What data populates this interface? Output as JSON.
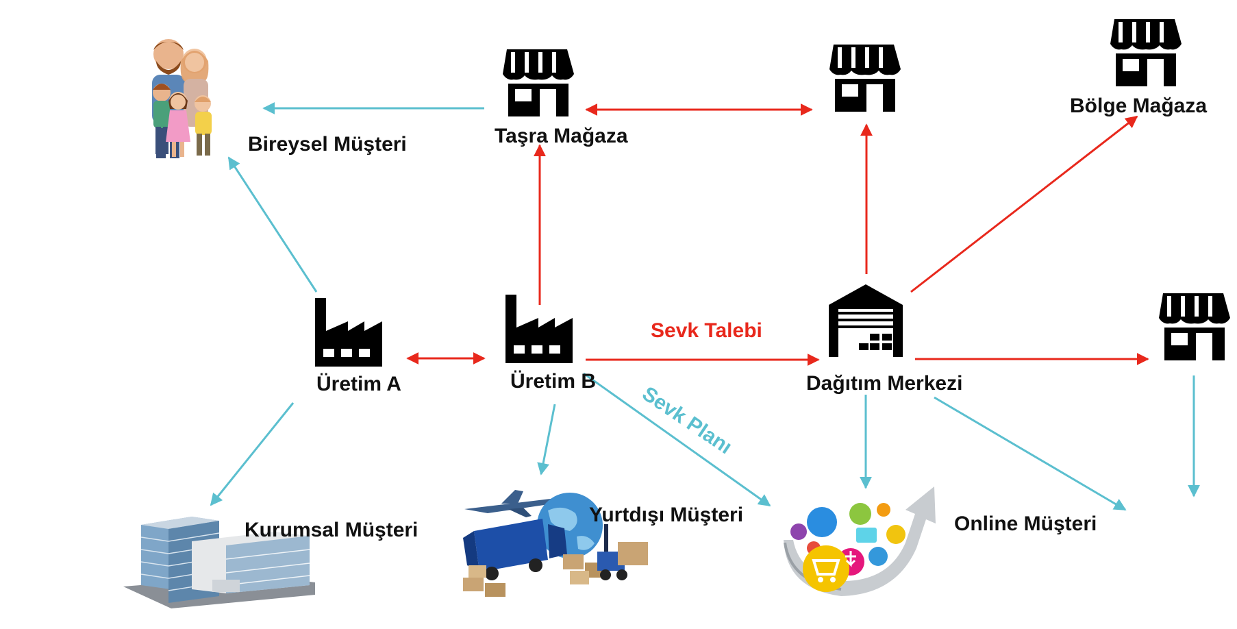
{
  "nodes": {
    "bireysel": "Bireysel Müşteri",
    "tasra": "Taşra Mağaza",
    "bolge": "Bölge Mağaza",
    "uretim_a": "Üretim A",
    "uretim_b": "Üretim B",
    "dagitim": "Dağıtım Merkezi",
    "kurumsal": "Kurumsal Müşteri",
    "yurtdisi": "Yurtdışı Müşteri",
    "online": "Online Müşteri"
  },
  "edge_labels": {
    "sevk_talebi": "Sevk Talebi",
    "sevk_plani": "Sevk Planı"
  },
  "colors": {
    "request": "#e8281c",
    "plan": "#5bbfcf",
    "icon": "#000000"
  },
  "icons": [
    "store-icon",
    "factory-icon",
    "warehouse-icon",
    "family-image",
    "office-building-image",
    "export-logistics-image",
    "online-commerce-image"
  ]
}
